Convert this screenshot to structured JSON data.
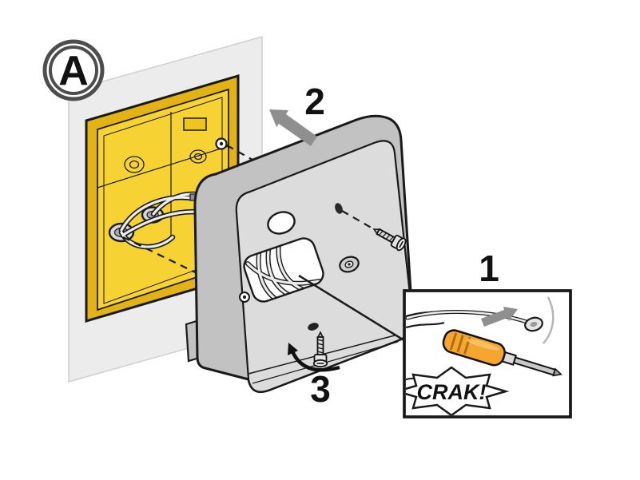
{
  "badge": {
    "label": "A"
  },
  "steps": {
    "one": "1",
    "two": "2",
    "three": "3"
  },
  "inset": {
    "impact_text": "CRAK!"
  },
  "colors": {
    "background": "#ffffff",
    "outline": "#1a1a1a",
    "wall": "#ececec",
    "junction_box_frame": "#e3b214",
    "junction_box_panel": "#f6d232",
    "cover_front": "#dcdcdc",
    "cover_side": "#c2c2c2",
    "arrow_gray": "#8f8f8f",
    "screw_metal": "#d9d9d9",
    "wire_core": "#ededed",
    "screwdriver_orange": "#f6a62e",
    "badge_ring": "#4d4d4d"
  }
}
